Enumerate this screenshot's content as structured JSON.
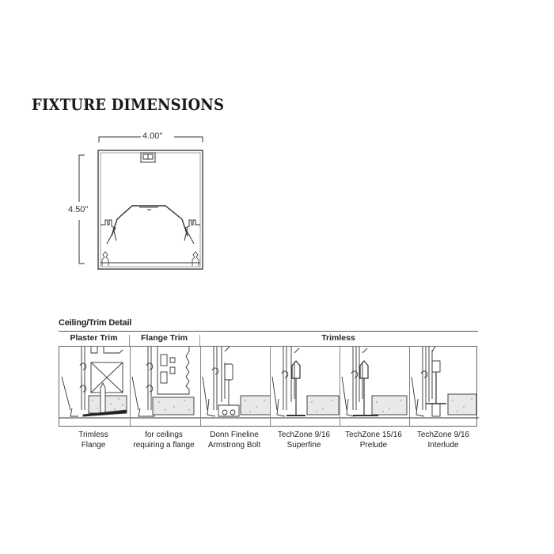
{
  "title": "FIXTURE DIMENSIONS",
  "fixture": {
    "width_label": "4.00\"",
    "height_label": "4.50\"",
    "icon": "fixture-cross-section-icon"
  },
  "ceiling_trim": {
    "section_title": "Ceiling/Trim Detail",
    "headers": [
      {
        "label": "Plaster Trim",
        "span": 1
      },
      {
        "label": "Flange Trim",
        "span": 1
      },
      {
        "label": "Trimless",
        "span": 4
      }
    ],
    "columns": [
      {
        "caption_line1": "Trimless",
        "caption_line2": "Flange",
        "icon": "plaster-trim-detail-icon"
      },
      {
        "caption_line1": "for ceilings",
        "caption_line2": "requiring a flange",
        "icon": "flange-trim-detail-icon"
      },
      {
        "caption_line1": "Donn Fineline",
        "caption_line2": "Armstrong Bolt",
        "icon": "donn-fineline-detail-icon"
      },
      {
        "caption_line1": "TechZone 9/16",
        "caption_line2": "Superfine",
        "icon": "techzone-superfine-detail-icon"
      },
      {
        "caption_line1": "TechZone 15/16",
        "caption_line2": "Prelude",
        "icon": "techzone-prelude-detail-icon"
      },
      {
        "caption_line1": "TechZone 9/16",
        "caption_line2": "Interlude",
        "icon": "techzone-interlude-detail-icon"
      }
    ]
  },
  "colors": {
    "line": "#333333",
    "tile_fill": "#e9e9e9",
    "background": "#ffffff"
  }
}
